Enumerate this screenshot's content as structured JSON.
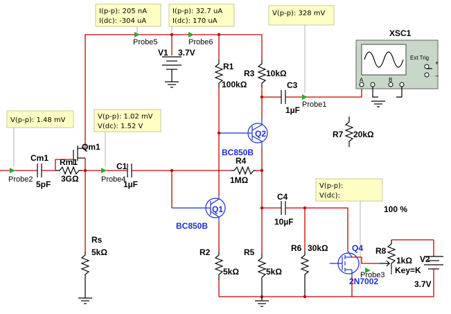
{
  "probes": {
    "probe1": {
      "label": "Probe1",
      "lines": [
        "V(p-p): 328 mV"
      ]
    },
    "probe2": {
      "label": "Probe2",
      "lines": [
        "V(p-p): 1.48 mV"
      ]
    },
    "probe3": {
      "label": "Probe3",
      "lines": [
        "V(p-p):",
        "V(dc):"
      ]
    },
    "probe4": {
      "label": "Probe4",
      "lines": [
        "V(p-p): 1.02 mV",
        "V(dc): 1.52 V"
      ]
    },
    "probe5": {
      "label": "Probe5",
      "lines": [
        "I(p-p): 205 nA",
        "I(dc): -304 uA"
      ]
    },
    "probe6": {
      "label": "Probe6",
      "lines": [
        "I(p-p): 32.7 uA",
        "I(dc): 170 uA"
      ]
    }
  },
  "components": {
    "v1": {
      "name": "V1",
      "value": "3.7V"
    },
    "v2": {
      "name": "V2",
      "value": "3.7V"
    },
    "r1": {
      "name": "R1",
      "value": "100kΩ"
    },
    "r2": {
      "name": "R2",
      "value": "5kΩ"
    },
    "r3": {
      "name": "R3",
      "value": "10kΩ"
    },
    "r4": {
      "name": "R4",
      "value": "1MΩ"
    },
    "r5": {
      "name": "R5",
      "value": "5kΩ"
    },
    "r6": {
      "name": "R6",
      "value": "30kΩ"
    },
    "r7": {
      "name": "R7",
      "value": "20kΩ"
    },
    "r8": {
      "name": "R8",
      "value": "1kΩ",
      "key": "Key=K",
      "percent": "100 %"
    },
    "rs": {
      "name": "Rs",
      "value": "5kΩ"
    },
    "rm1": {
      "name": "Rm1",
      "value": "3GΩ"
    },
    "cm1": {
      "name": "Cm1",
      "value": "5pF"
    },
    "c1": {
      "name": "C1",
      "value": "1µF"
    },
    "c3": {
      "name": "C3",
      "value": "1µF"
    },
    "c4": {
      "name": "C4",
      "value": "10µF"
    },
    "qm1": {
      "name": "Qm1"
    },
    "q1": {
      "name": "Q1",
      "part": "BC850B"
    },
    "q2": {
      "name": "Q2",
      "part": "BC850B"
    },
    "q4": {
      "name": "Q4",
      "part": "2N7002"
    },
    "xsc1": {
      "name": "XSC1",
      "ext_trig": "Ext Trig",
      "ch_a": "A",
      "ch_b": "B",
      "plus": "+",
      "minus": "_"
    }
  },
  "colors": {
    "wire": "#c00000",
    "part": "#1a2fd0",
    "probe_box": "#ffffc4",
    "probe_arrow": "#22b022"
  }
}
